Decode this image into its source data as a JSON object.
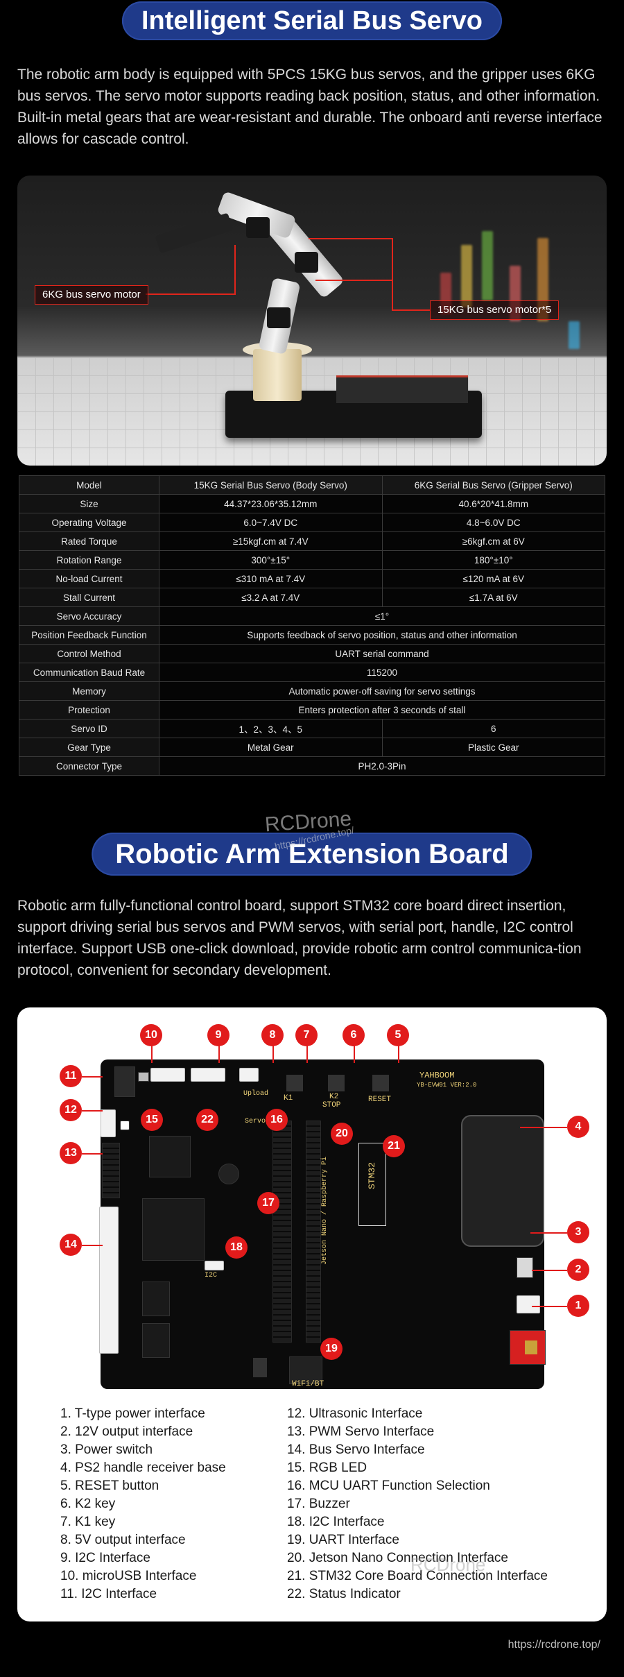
{
  "section1": {
    "title": "Intelligent Serial Bus Servo",
    "intro": "The robotic arm body is equipped with 5PCS 15KG bus servos, and the gripper uses 6KG bus servos. The servo motor supports reading back position, status, and other information. Built-in metal gears that are wear-resistant and durable. The onboard anti reverse interface allows for cascade control.",
    "callouts": {
      "gripper": "6KG bus servo motor",
      "body": "15KG bus servo motor*5"
    }
  },
  "spec_table": {
    "header": [
      "Model",
      "15KG Serial Bus Servo (Body Servo)",
      "6KG Serial Bus Servo (Gripper Servo)"
    ],
    "rows": {
      "size": [
        "Size",
        "44.37*23.06*35.12mm",
        "40.6*20*41.8mm"
      ],
      "voltage": [
        "Operating Voltage",
        "6.0~7.4V DC",
        "4.8~6.0V DC"
      ],
      "torque": [
        "Rated Torque",
        "≥15kgf.cm at 7.4V",
        "≥6kgf.cm at 6V"
      ],
      "rotation": [
        "Rotation Range",
        "300°±15°",
        "180°±10°"
      ],
      "noload": [
        "No-load Current",
        "≤310 mA at 7.4V",
        "≤120 mA at 6V"
      ],
      "stall": [
        "Stall Current",
        "≤3.2 A at 7.4V",
        "≤1.7A at 6V"
      ],
      "accuracy": [
        "Servo Accuracy",
        "≤1°"
      ],
      "feedback": [
        "Position Feedback Function",
        "Supports feedback of servo position, status and other information"
      ],
      "control": [
        "Control Method",
        "UART serial command"
      ],
      "baud": [
        "Communication Baud Rate",
        "115200"
      ],
      "memory": [
        "Memory",
        "Automatic power-off saving for servo settings"
      ],
      "protection": [
        "Protection",
        "Enters protection after 3 seconds of stall"
      ],
      "servo_id": [
        "Servo ID",
        "1、2、3、4、5",
        "6"
      ],
      "gear": [
        "Gear Type",
        "Metal Gear",
        "Plastic Gear"
      ],
      "connector": [
        "Connector Type",
        "PH2.0-3Pin"
      ]
    }
  },
  "section2": {
    "title": "Robotic Arm Extension Board",
    "intro": "Robotic arm fully-functional control board, support STM32 core board direct insertion, support driving serial bus servos and PWM servos, with serial port, handle, I2C control interface. Support USB one-click download, provide robotic arm control communica-tion protocol, convenient for secondary development."
  },
  "board_labels": {
    "brand": "YAHBOOM",
    "model": "YB-EVW01 VER:2.0",
    "k1": "K1",
    "k2": "K2",
    "stop": "STOP",
    "reset": "RESET",
    "stm32": "STM32",
    "jetson": "Jetson Nano / Raspberry Pi",
    "wifi": "WiFi/BT",
    "upload": "Upload",
    "servo": "Servo",
    "i2c": "I2C"
  },
  "legend": {
    "left": [
      "1. T-type power interface",
      "2. 12V output interface",
      "3. Power switch",
      "4. PS2 handle receiver base",
      "5. RESET button",
      "6. K2 key",
      "7. K1 key",
      "8. 5V output interface",
      "9. I2C Interface",
      "10. microUSB Interface",
      "11. I2C Interface"
    ],
    "right": [
      "12. Ultrasonic Interface",
      "13. PWM Servo Interface",
      "14. Bus Servo Interface",
      "15. RGB LED",
      "16. MCU UART Function Selection",
      "17. Buzzer",
      "18. I2C Interface",
      "19. UART Interface",
      "20. Jetson Nano Connection Interface",
      "21. STM32 Core Board Connection Interface",
      "22. Status Indicator"
    ]
  },
  "markers": {
    "n1": "1",
    "n2": "2",
    "n3": "3",
    "n4": "4",
    "n5": "5",
    "n6": "6",
    "n7": "7",
    "n8": "8",
    "n9": "9",
    "n10": "10",
    "n11": "11",
    "n12": "12",
    "n13": "13",
    "n14": "14",
    "n15": "15",
    "n16": "16",
    "n17": "17",
    "n18": "18",
    "n19": "19",
    "n20": "20",
    "n21": "21",
    "n22": "22"
  },
  "watermarks": {
    "main": "RCDrone",
    "url_small": "https://rcdrone.top/",
    "bottom": "RCDrone"
  },
  "footer": {
    "url": "https://rcdrone.top/"
  },
  "colors": {
    "accent_blue": "#1f3a8a",
    "callout_red": "#e1251b",
    "marker_red": "#e11b1b"
  }
}
